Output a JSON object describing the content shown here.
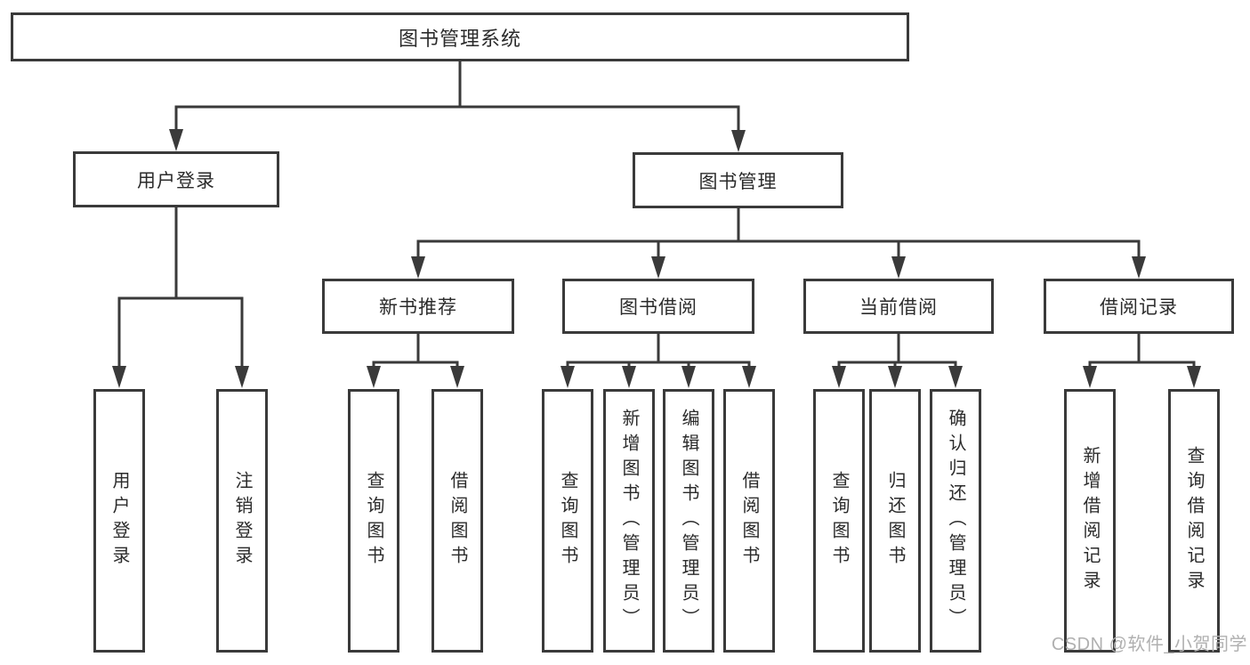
{
  "colors": {
    "line": "#3a3a3a",
    "text": "#2b2b2b",
    "watermark": "#b0b0b0",
    "background": "#ffffff"
  },
  "watermark": {
    "text": "CSDN @软件_小贺同学"
  },
  "diagram": {
    "type": "hierarchy-tree",
    "root": {
      "label": "图书管理系统",
      "children": [
        {
          "label": "用户登录",
          "children": [
            {
              "label": "用户登录"
            },
            {
              "label": "注销登录"
            }
          ]
        },
        {
          "label": "图书管理",
          "children": [
            {
              "label": "新书推荐",
              "children": [
                {
                  "label": "查询图书"
                },
                {
                  "label": "借阅图书"
                }
              ]
            },
            {
              "label": "图书借阅",
              "children": [
                {
                  "label": "查询图书"
                },
                {
                  "label": "新增图书（管理员）"
                },
                {
                  "label": "编辑图书（管理员）"
                },
                {
                  "label": "借阅图书"
                }
              ]
            },
            {
              "label": "当前借阅",
              "children": [
                {
                  "label": "查询图书"
                },
                {
                  "label": "归还图书"
                },
                {
                  "label": "确认归还（管理员）"
                }
              ]
            },
            {
              "label": "借阅记录",
              "children": [
                {
                  "label": "新增借阅记录"
                },
                {
                  "label": "查询借阅记录"
                }
              ]
            }
          ]
        }
      ]
    }
  }
}
